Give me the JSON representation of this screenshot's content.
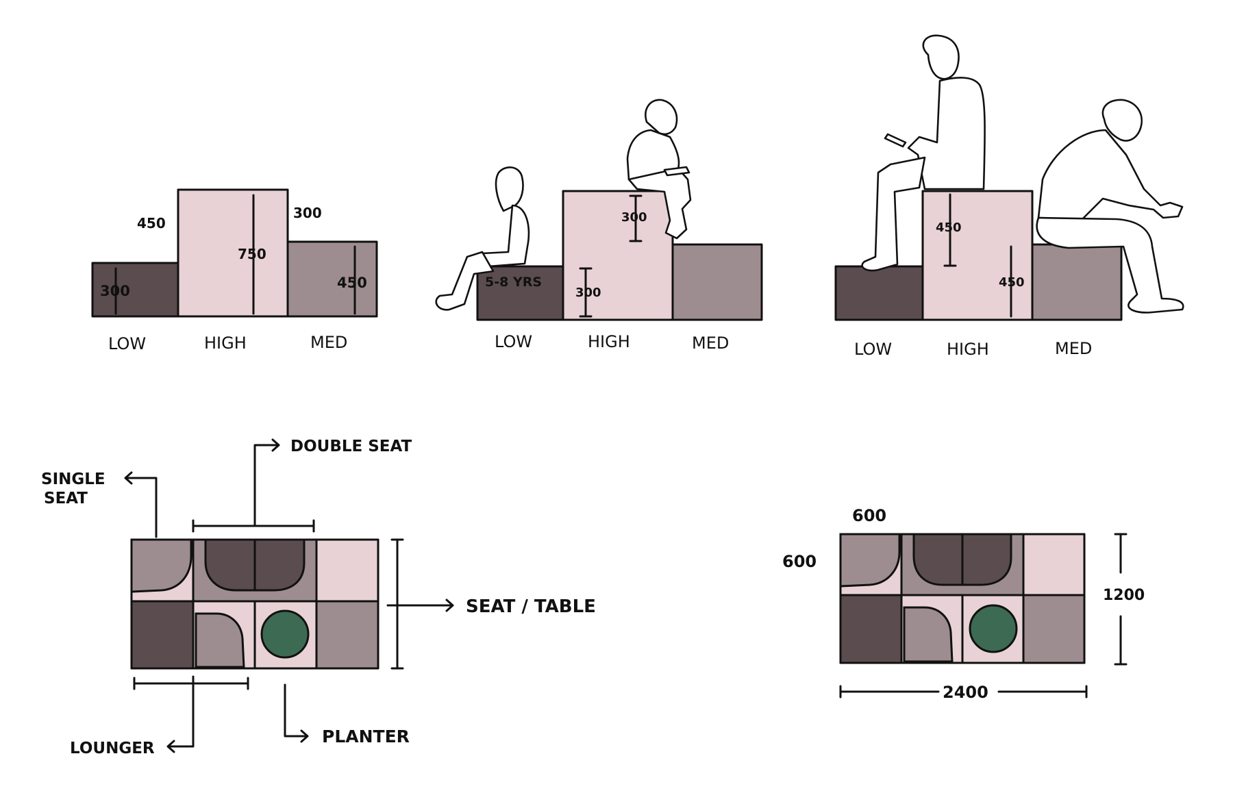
{
  "colors": {
    "low": "#5a4c4f",
    "high": "#e8d2d5",
    "med": "#9e8d90",
    "planter": "#3d6a52",
    "ink": "#111111"
  },
  "elevations": [
    {
      "block_labels": [
        "LOW",
        "HIGH",
        "MED"
      ],
      "dims": [
        "450",
        "300",
        "300",
        "750",
        "450"
      ]
    },
    {
      "block_labels": [
        "LOW",
        "HIGH",
        "MED"
      ],
      "dims": [
        "5-8 YRS",
        "300",
        "300"
      ]
    },
    {
      "block_labels": [
        "LOW",
        "HIGH",
        "MED"
      ],
      "dims": [
        "450",
        "450"
      ]
    }
  ],
  "plan_labeled": {
    "callouts": {
      "single_seat_line1": "SINGLE",
      "single_seat_line2": "SEAT",
      "double_seat": "DOUBLE SEAT",
      "seat_table": "SEAT / TABLE",
      "lounger": "LOUNGER",
      "planter": "PLANTER"
    }
  },
  "plan_dimensioned": {
    "dims": {
      "module_width": "600",
      "module_height": "600",
      "overall_height": "1200",
      "overall_length": "2400"
    }
  }
}
